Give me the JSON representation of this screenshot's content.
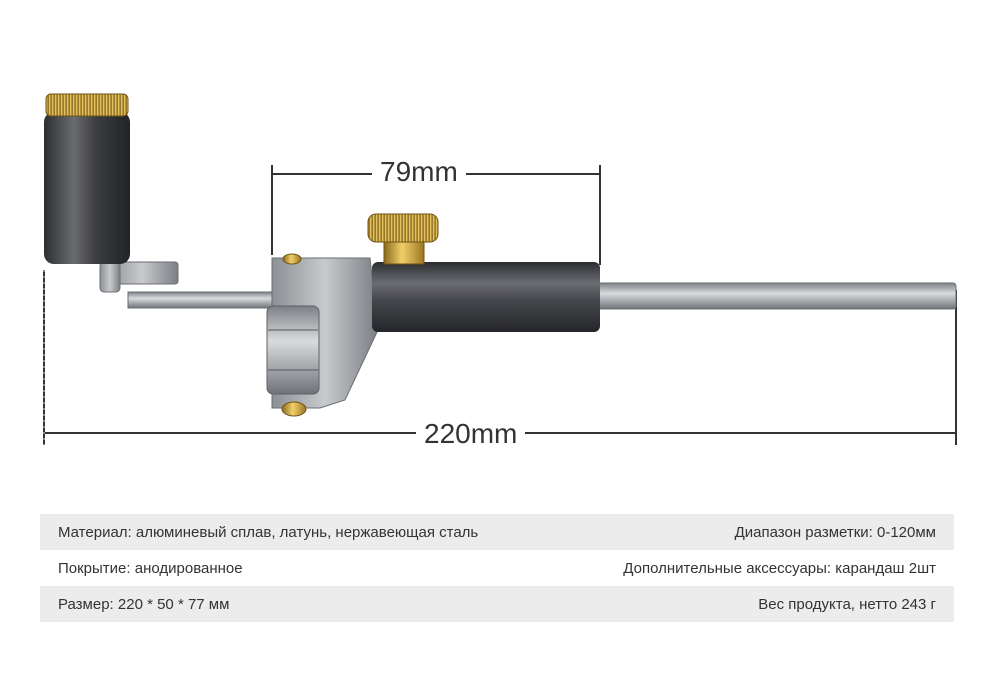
{
  "dimensions": {
    "top": "79mm",
    "bottom": "220mm"
  },
  "specs": [
    {
      "left": "Материал: алюминевый сплав, латунь, нержавеющая сталь",
      "right": "Диапазон разметки: 0-120мм"
    },
    {
      "left": "Покрытие: анодированное",
      "right": "Дополнительные аксессуары: карандаш 2шт"
    },
    {
      "left": "Размер: 220 * 50 * 77 мм",
      "right": "Вес продукта, нетто 243 г"
    }
  ],
  "colors": {
    "brass": "#c9a23a",
    "dark_metal": "#4a4b50",
    "steel": "#a9acb1",
    "row_shade": "#ececec"
  }
}
